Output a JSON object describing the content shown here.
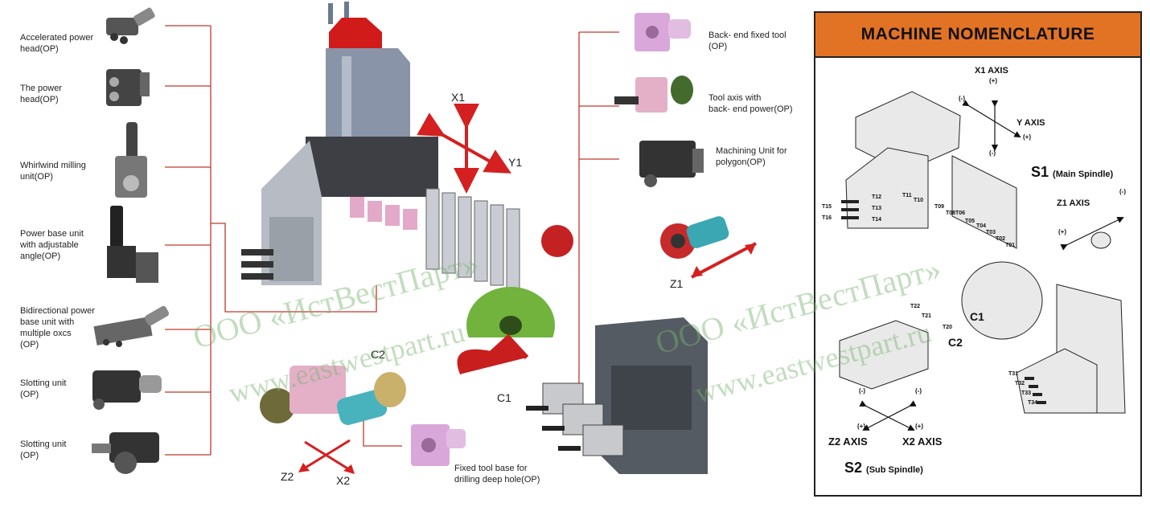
{
  "left_labels": [
    {
      "line1": "Accelerated power",
      "line2": "head(OP)"
    },
    {
      "line1": "The power",
      "line2": "head(OP)"
    },
    {
      "line1": "Whirlwind milling",
      "line2": "unit(OP)"
    },
    {
      "line1": "Power base unit",
      "line2": "with adjustable",
      "line3": "angle(OP)"
    },
    {
      "line1": "Bidirectional power",
      "line2": "base unit with",
      "line3": "multiple oxcs",
      "line4": "(OP)"
    },
    {
      "line1": "Slotting unit",
      "line2": "(OP)"
    },
    {
      "line1": "Slotting unit",
      "line2": "(OP)"
    }
  ],
  "right_labels": [
    {
      "line1": "Back- end fixed tool",
      "line2": "(OP)"
    },
    {
      "line1": "Tool axis with",
      "line2": "back- end power(OP)"
    },
    {
      "line1": "Machining Unit for",
      "line2": "polygon(OP)"
    }
  ],
  "bottom_label": {
    "line1": "Fixed tool base for",
    "line2": "drilling deep hole(OP)"
  },
  "axes": {
    "x1": "X1",
    "y1": "Y1",
    "z1": "Z1",
    "c1": "C1",
    "c2": "C2",
    "z2": "Z2",
    "x2": "X2"
  },
  "panel": {
    "title": "MACHINE NOMENCLATURE",
    "x1_axis": "X1 AXIS",
    "plus": "(+)",
    "minus": "(-)",
    "y_axis": "Y AXIS",
    "z1_axis": "Z1 AXIS",
    "s1": "S1",
    "s1_desc": "(Main Spindle)",
    "c1": "C1",
    "c2": "C2",
    "z2_axis": "Z2 AXIS",
    "x2_axis": "X2 AXIS",
    "s2": "S2",
    "s2_desc": "(Sub Spindle)",
    "tools_left": [
      "T15",
      "T16",
      "T12",
      "T13",
      "T14",
      "T11",
      "T10",
      "T09",
      "T08",
      "T06",
      "T05",
      "T04",
      "T03",
      "T02",
      "T01"
    ],
    "tools_c2": [
      "T22",
      "T21",
      "T20"
    ],
    "tools_sub": [
      "T31",
      "T32",
      "T33",
      "T34"
    ]
  },
  "watermarks": [
    "ООО «ИстВестПарт»",
    "www.eastwestpart.ru",
    "ООО «ИстВестПарт»",
    "www.eastwestpart.ru"
  ],
  "colors": {
    "connector": "#c0392b",
    "panel_header": "#e37324",
    "arrow": "#d42020",
    "watermark": "#7cb46e"
  }
}
